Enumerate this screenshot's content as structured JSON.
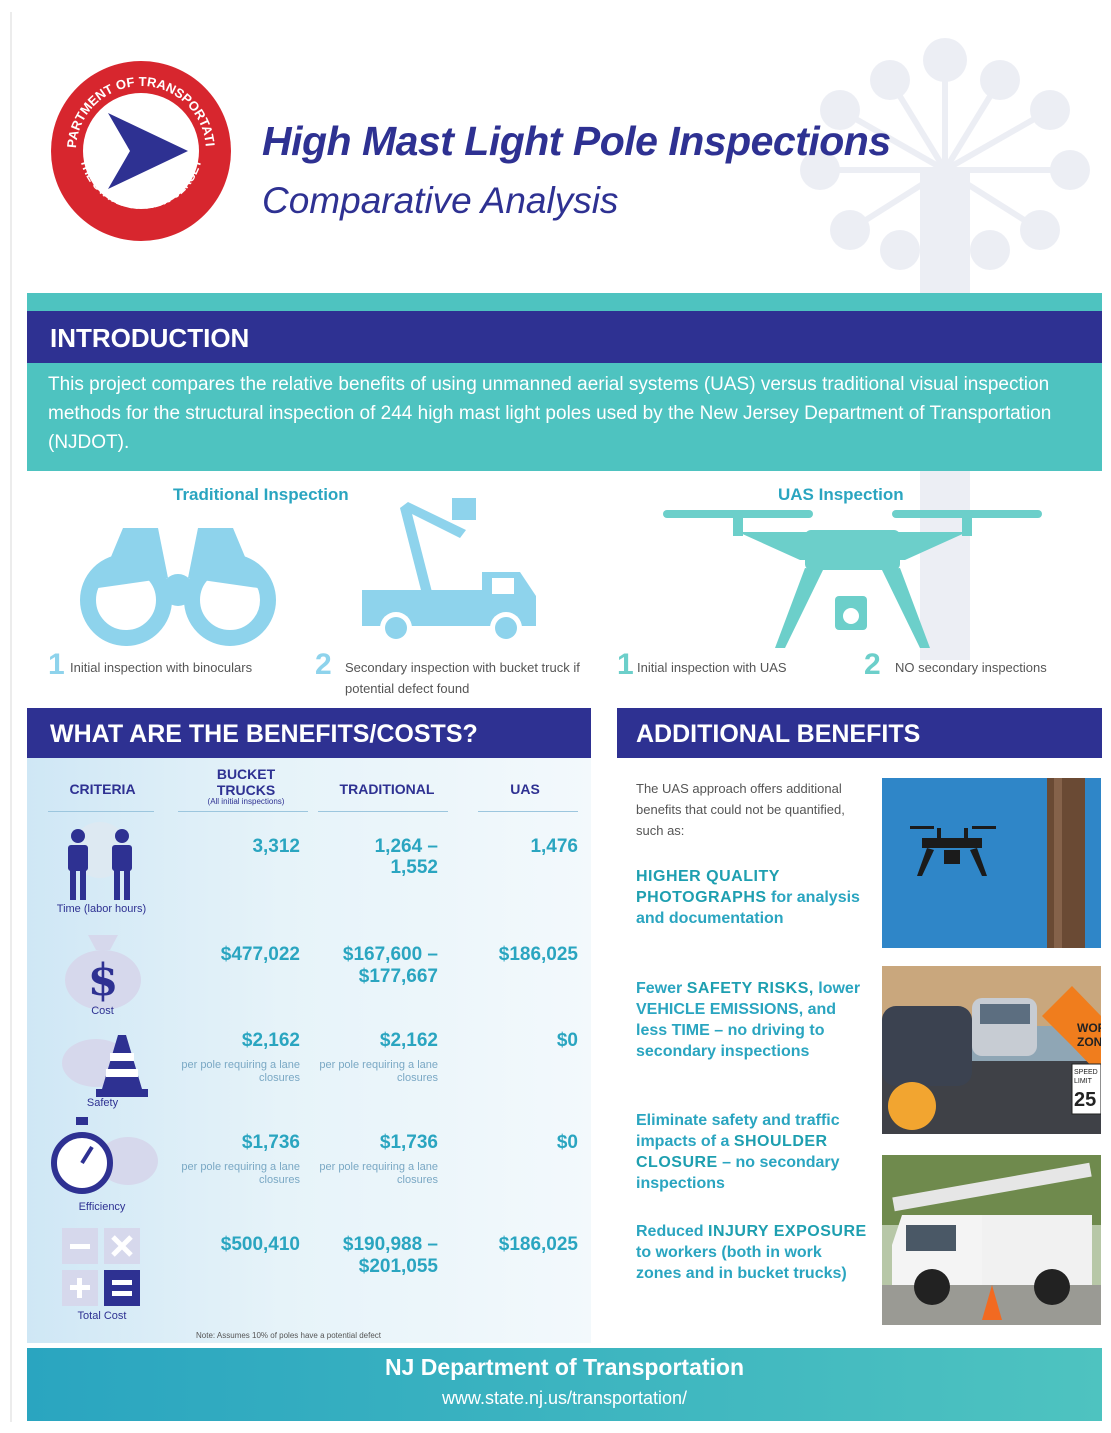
{
  "header": {
    "seal_text_top": "DEPARTMENT OF TRANSPORTATION",
    "seal_text_bottom": "THE STATE OF NEW JERSEY",
    "title": "High Mast Light Pole Inspections",
    "subtitle": "Comparative Analysis"
  },
  "intro": {
    "heading": "INTRODUCTION",
    "text": "This project compares the relative benefits of using unmanned aerial systems (UAS) versus traditional visual inspection methods for the structural inspection of 244 high mast light poles used by the New Jersey Department of Transportation (NJDOT)."
  },
  "inspection": {
    "traditional_heading": "Traditional Inspection",
    "uas_heading": "UAS Inspection",
    "traditional_steps": [
      {
        "num": "1",
        "text": "Initial inspection with binoculars"
      },
      {
        "num": "2",
        "text": "Secondary inspection with bucket truck if potential defect found"
      }
    ],
    "uas_steps": [
      {
        "num": "1",
        "text": "Initial inspection with UAS"
      },
      {
        "num": "2",
        "text": "NO secondary inspections"
      }
    ]
  },
  "benefits": {
    "heading": "WHAT ARE THE BENEFITS/COSTS?",
    "columns": {
      "criteria": "CRITERIA",
      "bucket": "BUCKET TRUCKS",
      "bucket_sub": "(All initial inspections)",
      "traditional": "TRADITIONAL",
      "uas": "UAS"
    },
    "rows": [
      {
        "criteria": "Time (labor hours)",
        "bucket": "3,312",
        "traditional": "1,264 –",
        "traditional2": "1,552",
        "uas": "1,476",
        "bucket_note": "",
        "traditional_note": ""
      },
      {
        "criteria": "Cost",
        "bucket": "$477,022",
        "traditional": "$167,600 –",
        "traditional2": "$177,667",
        "uas": "$186,025",
        "bucket_note": "",
        "traditional_note": ""
      },
      {
        "criteria": "Safety",
        "bucket": "$2,162",
        "traditional": "$2,162",
        "traditional2": "",
        "uas": "$0",
        "bucket_note": "per pole requiring a lane closures",
        "traditional_note": "per pole requiring a lane closures"
      },
      {
        "criteria": "Efficiency",
        "bucket": "$1,736",
        "traditional": "$1,736",
        "traditional2": "",
        "uas": "$0",
        "bucket_note": "per pole requiring a lane closures",
        "traditional_note": "per pole requiring a lane closures"
      },
      {
        "criteria": "Total Cost",
        "bucket": "$500,410",
        "traditional": "$190,988 –",
        "traditional2": "$201,055",
        "uas": "$186,025",
        "bucket_note": "",
        "traditional_note": ""
      }
    ],
    "footnote": "Note: Assumes 10% of poles have a potential defect"
  },
  "additional": {
    "heading": "ADDITIONAL BENEFITS",
    "intro": "The UAS approach offers additional benefits that could not be quantified, such as:",
    "items": [
      {
        "pre": "",
        "bold": "HIGHER QUALITY PHOTOGRAPHS",
        "post": " for analysis and documentation"
      },
      {
        "pre": "Fewer ",
        "bold": "SAFETY RISKS,",
        "post": " lower VEHICLE EMISSIONS, and less TIME – no driving to secondary inspections"
      },
      {
        "pre": "Eliminate safety and traffic impacts of a ",
        "bold": "SHOULDER CLOSURE",
        "post": " – no secondary inspections"
      },
      {
        "pre": "Reduced ",
        "bold": "INJURY EXPOSURE",
        "post": " to workers (both in work zones and in bucket trucks)"
      }
    ],
    "sign_text_1": "WORK",
    "sign_text_2": "ZONE",
    "speed_sign_1": "SPEED",
    "speed_sign_2": "LIMIT",
    "speed_sign_3": "25"
  },
  "footer": {
    "title": "NJ Department of Transportation",
    "url": "www.state.nj.us/transportation/"
  },
  "colors": {
    "navy": "#2e3192",
    "teal": "#4ec3c0",
    "accent_text": "#2aa5c0",
    "seal_red": "#d7262e"
  }
}
